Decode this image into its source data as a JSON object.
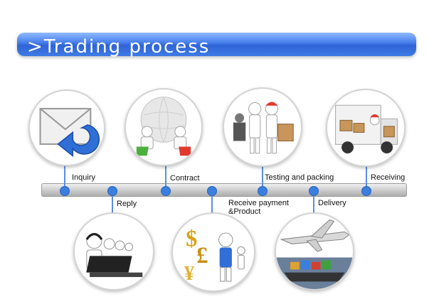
{
  "header": {
    "title": ">Trading process"
  },
  "steps": [
    {
      "id": "inquiry",
      "label": "Inquiry"
    },
    {
      "id": "reply",
      "label": "Reply"
    },
    {
      "id": "contract",
      "label": "Contract"
    },
    {
      "id": "receive-payment",
      "label_line1": "Receive payment",
      "label_line2": "&Product"
    },
    {
      "id": "testing",
      "label": "Testing and packing"
    },
    {
      "id": "delivery",
      "label": "Delivery"
    },
    {
      "id": "receiving",
      "label": "Receiving"
    }
  ],
  "colors": {
    "accent": "#3a7fe0",
    "header_blue": "#2f64d6"
  },
  "icons": [
    "envelope-reply-icon",
    "call-center-icon",
    "handshake-globe-icon",
    "money-figure-icon",
    "testing-packing-icon",
    "airplane-cargo-icon",
    "delivery-truck-icon"
  ]
}
